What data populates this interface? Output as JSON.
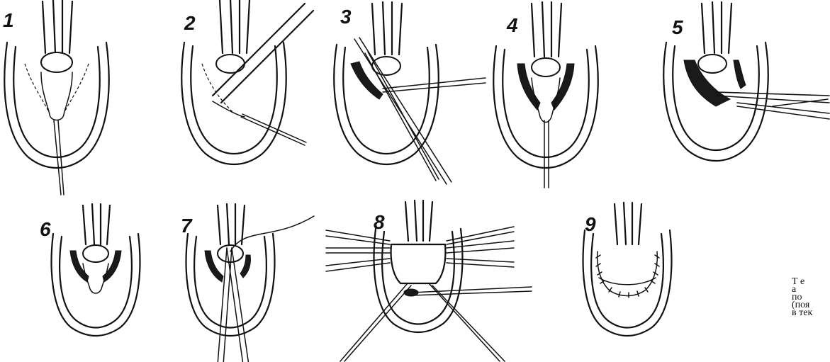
{
  "steps": [
    {
      "number": "1"
    },
    {
      "number": "2"
    },
    {
      "number": "3"
    },
    {
      "number": "4"
    },
    {
      "number": "5"
    },
    {
      "number": "6"
    },
    {
      "number": "7"
    },
    {
      "number": "8"
    },
    {
      "number": "9"
    }
  ],
  "caption": {
    "lines": [
      "Т е",
      "а",
      "по",
      "(поя",
      "в тек"
    ]
  },
  "ink_color": "#111111",
  "background_color": "#ffffff"
}
